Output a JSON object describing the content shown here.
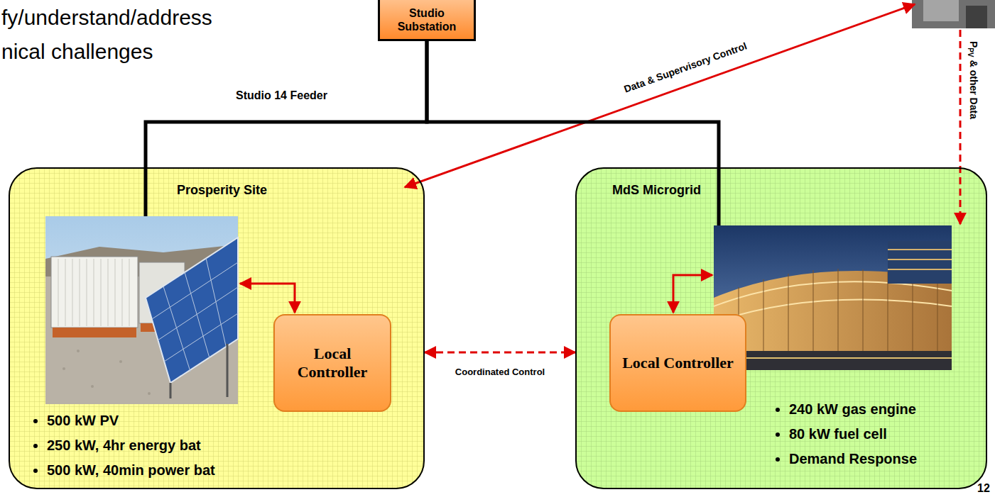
{
  "diagram": {
    "nodes": [
      {
        "text": [
          "Studio Substation"
        ]
      },
      {
        "text": [
          "Prosperity Site",
          "500 kW PV",
          "250 kW, 4hr energy bat",
          "500 kW, 40min power bat"
        ]
      },
      {
        "text": [
          "Local Controller"
        ],
        "in": 1
      },
      {
        "text": [
          "MdS Microgrid",
          "240 kW gas engine",
          "80 kW fuel cell",
          "Demand Response"
        ]
      },
      {
        "text": [
          "Local Controller"
        ],
        "in": 3
      }
    ],
    "edges": [
      {
        "from": 0,
        "to": 1,
        "arrow": "none"
      },
      {
        "from": 0,
        "to": 3,
        "arrow": "none"
      },
      {
        "from": 1,
        "to": 3,
        "arrow": "both",
        "label": "Coordinated Control"
      }
    ],
    "labels": [
      "fy/understand/address",
      "nical challenges",
      "Studio 14 Feeder",
      "Data & Supervisory Control",
      "P",
      "PV",
      "& other Data",
      "12"
    ]
  }
}
